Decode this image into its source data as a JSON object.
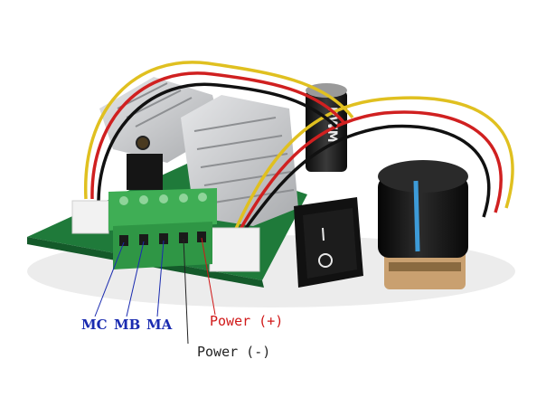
{
  "photo": {
    "capacitor_marking": "PWM",
    "colors": {
      "pcb": "#1f7a3a",
      "terminal": "#3fae55",
      "heatsink": "#c9cacc",
      "switch": "#111111",
      "knob": "#1a1a1a",
      "knob_line": "#3d9bd8",
      "label_blue": "#1a2bb0",
      "label_red": "#d01818",
      "label_black": "#222222"
    }
  },
  "labels": {
    "mc": "MC",
    "mb": "MB",
    "ma": "MA",
    "power_minus": "Power (-)",
    "power_plus": "Power (+)"
  }
}
